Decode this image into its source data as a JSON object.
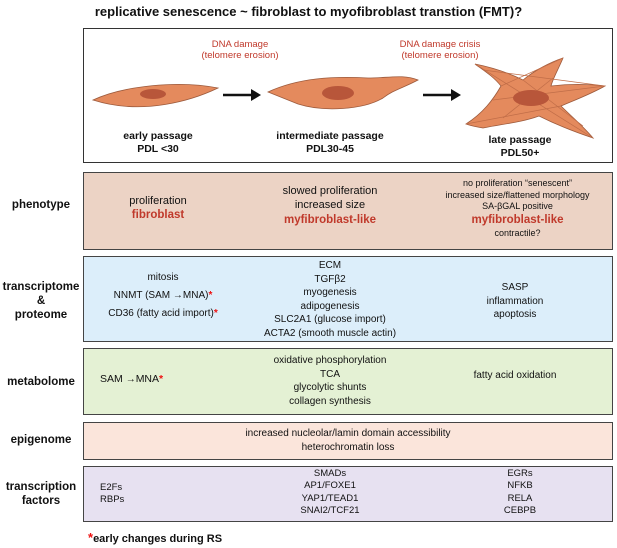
{
  "title": "replicative senescence ~ fibroblast to myofibroblast transtion (FMT)?",
  "stages": [
    {
      "name": "early passage",
      "pdl": "PDL <30"
    },
    {
      "name": "intermediate passage",
      "pdl": "PDL30-45"
    },
    {
      "name": "late passage",
      "pdl": "PDL50+"
    }
  ],
  "transitions": [
    {
      "line1": "DNA damage",
      "line2": "(telomere erosion)"
    },
    {
      "line1": "DNA damage crisis",
      "line2": "(telomere erosion)"
    }
  ],
  "rows": {
    "phenotype": {
      "label": "phenotype",
      "col1": {
        "l1": "proliferation",
        "l2": "fibroblast"
      },
      "col2": {
        "l1": "slowed proliferation",
        "l2": "increased size",
        "l3": "myfibroblast-like"
      },
      "col3": {
        "l1": "no proliferation “senescent”",
        "l2": "increased size/flattened morphology",
        "l3": "SA-βGAL positive",
        "l4": "myfibroblast-like",
        "l5": "contractile?"
      }
    },
    "transcriptome": {
      "label1": "transcriptome",
      "label2": "&",
      "label3": "proteome",
      "col1": {
        "l1": "mitosis",
        "l2a": "NNMT (SAM",
        "l2b": "MNA)",
        "l3": "CD36 (fatty acid import)"
      },
      "col2": [
        "ECM",
        "TGFβ2",
        "myogenesis",
        "adipogenesis",
        "SLC2A1 (glucose import)",
        "ACTA2 (smooth muscle actin)"
      ],
      "col3": [
        "SASP",
        "inflammation",
        "apoptosis"
      ]
    },
    "metabolome": {
      "label": "metabolome",
      "col1": {
        "a": "SAM",
        "b": "MNA"
      },
      "col2": [
        "oxidative phosphorylation",
        "TCA",
        "glycolytic shunts",
        "collagen synthesis"
      ],
      "col3": [
        "fatty acid oxidation"
      ]
    },
    "epigenome": {
      "label": "epigenome",
      "lines": [
        "increased nucleolar/lamin domain accessibility",
        "heterochromatin loss"
      ]
    },
    "tf": {
      "label1": "transcription",
      "label2": "factors",
      "col1": [
        "E2Fs",
        "RBPs"
      ],
      "col2": [
        "SMADs",
        "AP1/FOXE1",
        "YAP1/TEAD1",
        "SNAI2/TCF21"
      ],
      "col3": [
        "EGRs",
        "NFKB",
        "RELA",
        "CEBPB"
      ]
    }
  },
  "star": "*",
  "footnote": "early changes during RS",
  "colors": {
    "phenotype_bg": "#ecd3c5",
    "transcriptome_bg": "#dceefa",
    "metabolome_bg": "#e4f1d4",
    "epigenome_bg": "#fbe5db",
    "tf_bg": "#e7e1f1",
    "cell_fill": "#e48a5d",
    "nucleus": "#b8563a",
    "accent_red": "#c0392b"
  }
}
